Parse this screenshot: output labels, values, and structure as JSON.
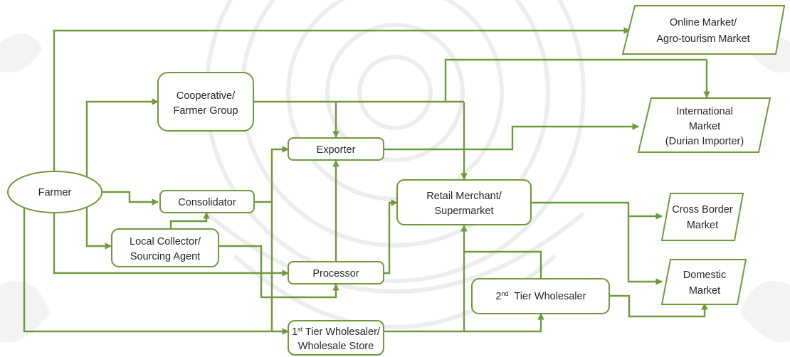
{
  "nodes": {
    "online_market": {
      "lines": [
        "Online Market/",
        "Agro-tourism Market"
      ]
    },
    "cooperative": {
      "lines": [
        "Cooperative/",
        "Farmer Group"
      ]
    },
    "international": {
      "lines": [
        "International",
        "Market",
        "(Durian Importer)"
      ]
    },
    "exporter": {
      "lines": [
        "Exporter"
      ]
    },
    "farmer": {
      "lines": [
        "Farmer"
      ]
    },
    "consolidator": {
      "lines": [
        "Consolidator"
      ]
    },
    "retail": {
      "lines": [
        "Retail Merchant/",
        "Supermarket"
      ]
    },
    "cross_border": {
      "lines": [
        "Cross Border",
        "Market"
      ]
    },
    "local_collector": {
      "lines": [
        "Local Collector/",
        "Sourcing Agent"
      ]
    },
    "processor": {
      "lines": [
        "Processor"
      ]
    },
    "domestic": {
      "lines": [
        "Domestic",
        "Market"
      ]
    },
    "second_tier": {
      "base": "2",
      "sup": "nd",
      "rest": "  Tier Wholesaler"
    },
    "first_tier": {
      "base": "1",
      "sup": "st",
      "rest": " Tier Wholesaler/",
      "line2": "Wholesale Store"
    }
  },
  "colors": {
    "edge": "#6f9a3b",
    "node_border": "#6f9a3b",
    "text": "#262626",
    "watermark": "#ececec"
  }
}
